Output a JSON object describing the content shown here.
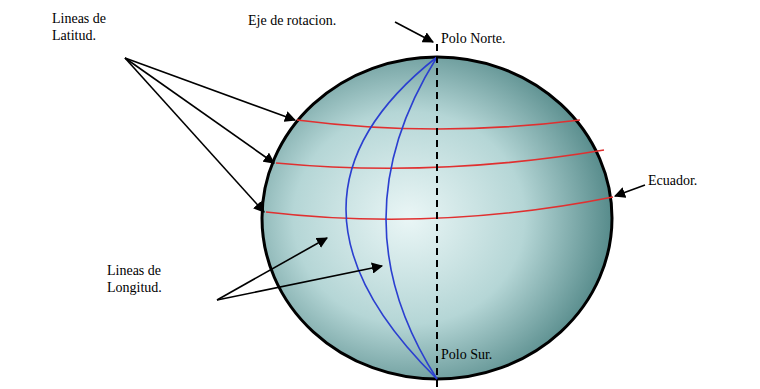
{
  "diagram": {
    "labels": [
      "Eje de rotacion.",
      "Polo Norte.",
      "Lineas de Latitud.",
      "Ecuador.",
      "Lineas de Longitud.",
      "Polo Sur."
    ]
  }
}
